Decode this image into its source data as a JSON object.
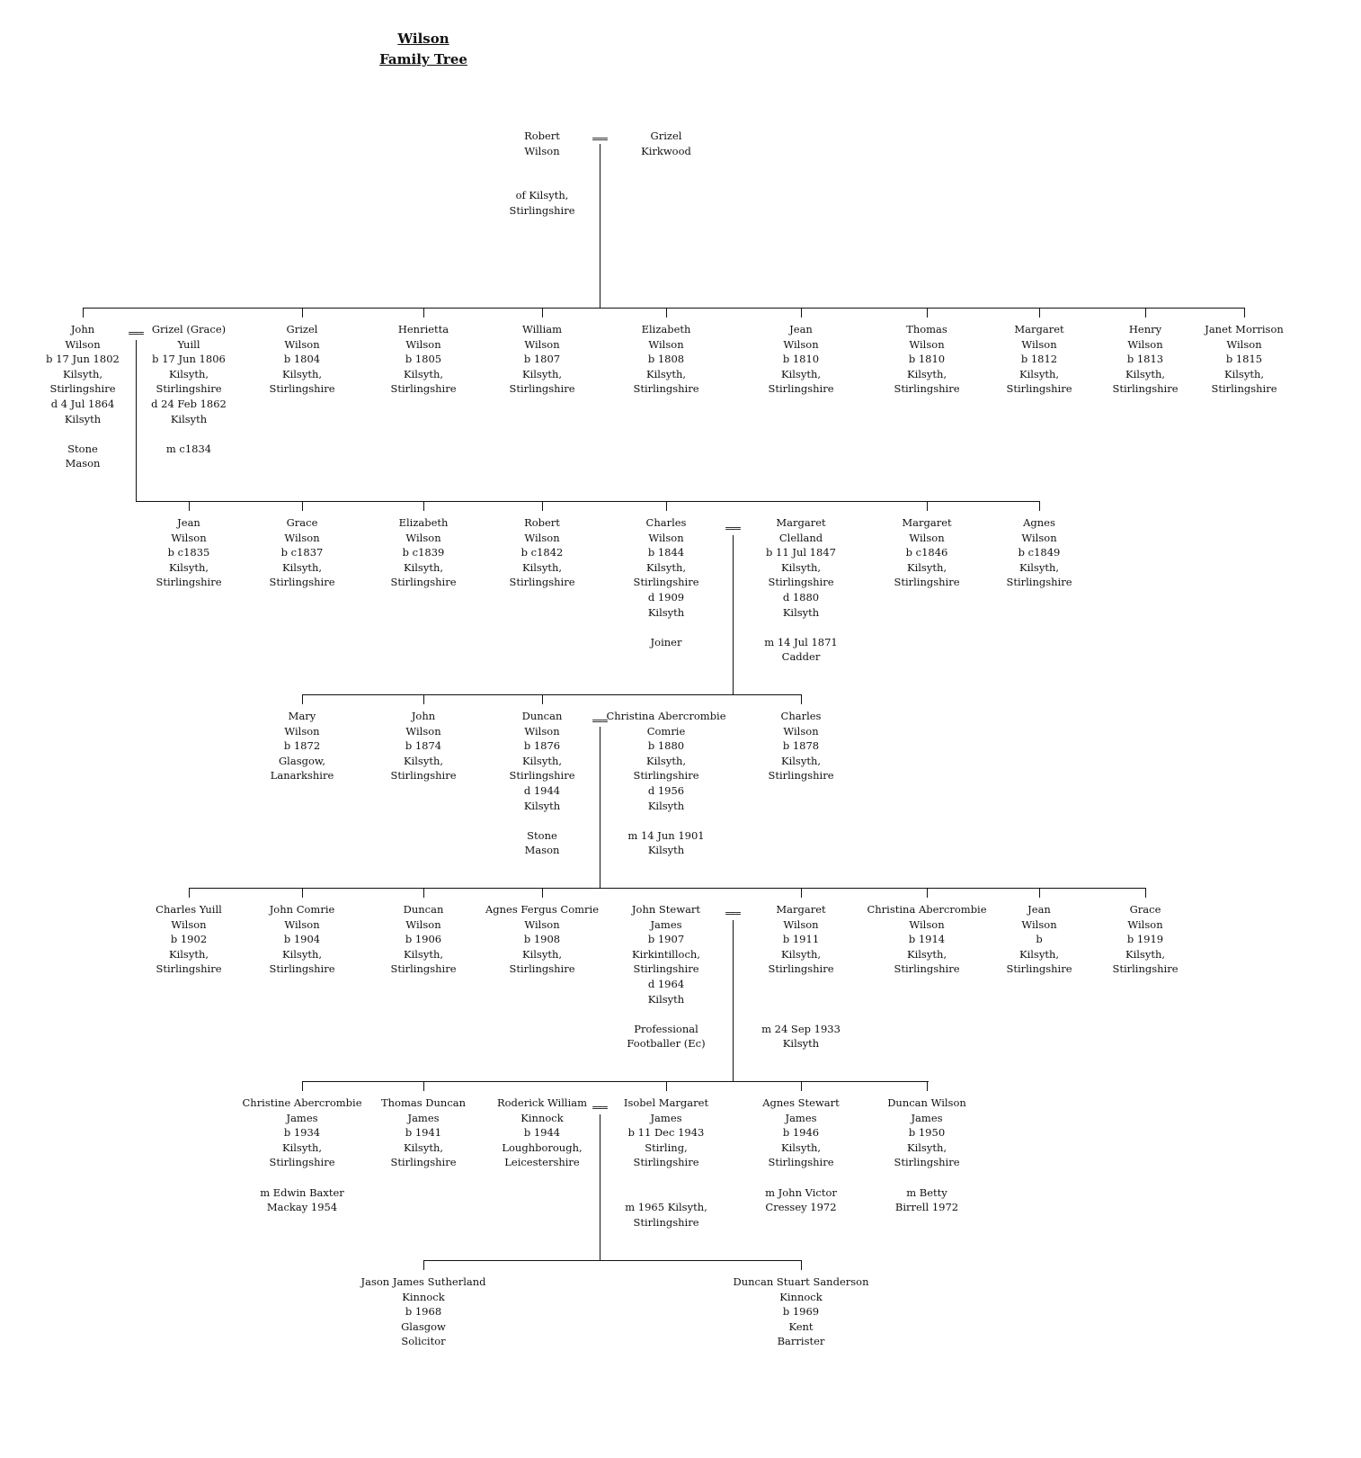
{
  "title": {
    "line1": "Wilson",
    "line2": "Family Tree"
  },
  "marriage_symbol": "===",
  "people": [
    {
      "id": "robert-wilson-sr",
      "lines": [
        "Robert",
        "Wilson",
        "",
        "",
        "of Kilsyth,",
        "Stirlingshire"
      ]
    },
    {
      "id": "grizel-kirkwood",
      "lines": [
        "Grizel",
        "Kirkwood"
      ]
    },
    {
      "id": "john-wilson-1802",
      "lines": [
        "John",
        "Wilson",
        "b 17 Jun 1802",
        "Kilsyth,",
        "Stirlingshire",
        "d 4 Jul 1864",
        "Kilsyth",
        "",
        "Stone",
        "Mason"
      ]
    },
    {
      "id": "grizel-grace-yuill",
      "lines": [
        "Grizel (Grace)",
        "Yuill",
        "b 17 Jun 1806",
        "Kilsyth,",
        "Stirlingshire",
        "d 24 Feb 1862",
        "Kilsyth",
        "",
        "m c1834"
      ]
    },
    {
      "id": "grizel-wilson-1804",
      "lines": [
        "Grizel",
        "Wilson",
        "b 1804",
        "Kilsyth,",
        "Stirlingshire"
      ]
    },
    {
      "id": "henrietta-wilson",
      "lines": [
        "Henrietta",
        "Wilson",
        "b 1805",
        "Kilsyth,",
        "Stirlingshire"
      ]
    },
    {
      "id": "william-wilson",
      "lines": [
        "William",
        "Wilson",
        "b 1807",
        "Kilsyth,",
        "Stirlingshire"
      ]
    },
    {
      "id": "elizabeth-wilson-1808",
      "lines": [
        "Elizabeth",
        "Wilson",
        "b 1808",
        "Kilsyth,",
        "Stirlingshire"
      ]
    },
    {
      "id": "jean-wilson-1810",
      "lines": [
        "Jean",
        "Wilson",
        "b 1810",
        "Kilsyth,",
        "Stirlingshire"
      ]
    },
    {
      "id": "thomas-wilson",
      "lines": [
        "Thomas",
        "Wilson",
        "b 1810",
        "Kilsyth,",
        "Stirlingshire"
      ]
    },
    {
      "id": "margaret-wilson-1812",
      "lines": [
        "Margaret",
        "Wilson",
        "b 1812",
        "Kilsyth,",
        "Stirlingshire"
      ]
    },
    {
      "id": "henry-wilson",
      "lines": [
        "Henry",
        "Wilson",
        "b 1813",
        "Kilsyth,",
        "Stirlingshire"
      ]
    },
    {
      "id": "janet-morrison-wilson",
      "lines": [
        "Janet Morrison",
        "Wilson",
        "b 1815",
        "Kilsyth,",
        "Stirlingshire"
      ]
    },
    {
      "id": "jean-wilson-1835",
      "lines": [
        "Jean",
        "Wilson",
        "b c1835",
        "Kilsyth,",
        "Stirlingshire"
      ]
    },
    {
      "id": "grace-wilson-1837",
      "lines": [
        "Grace",
        "Wilson",
        "b c1837",
        "Kilsyth,",
        "Stirlingshire"
      ]
    },
    {
      "id": "elizabeth-wilson-1839",
      "lines": [
        "Elizabeth",
        "Wilson",
        "b c1839",
        "Kilsyth,",
        "Stirlingshire"
      ]
    },
    {
      "id": "robert-wilson-1842",
      "lines": [
        "Robert",
        "Wilson",
        "b c1842",
        "Kilsyth,",
        "Stirlingshire"
      ]
    },
    {
      "id": "charles-wilson-1844",
      "lines": [
        "Charles",
        "Wilson",
        "b 1844",
        "Kilsyth,",
        "Stirlingshire",
        "d 1909",
        "Kilsyth",
        "",
        "Joiner"
      ]
    },
    {
      "id": "margaret-clelland",
      "lines": [
        "Margaret",
        "Clelland",
        "b 11 Jul 1847",
        "Kilsyth,",
        "Stirlingshire",
        "d 1880",
        "Kilsyth",
        "",
        "m 14 Jul 1871",
        "Cadder"
      ]
    },
    {
      "id": "margaret-wilson-1846",
      "lines": [
        "Margaret",
        "Wilson",
        "b c1846",
        "Kilsyth,",
        "Stirlingshire"
      ]
    },
    {
      "id": "agnes-wilson-1849",
      "lines": [
        "Agnes",
        "Wilson",
        "b c1849",
        "Kilsyth,",
        "Stirlingshire"
      ]
    },
    {
      "id": "mary-wilson",
      "lines": [
        "Mary",
        "Wilson",
        "b 1872",
        "Glasgow,",
        "Lanarkshire"
      ]
    },
    {
      "id": "john-wilson-1874",
      "lines": [
        "John",
        "Wilson",
        "b 1874",
        "Kilsyth,",
        "Stirlingshire"
      ]
    },
    {
      "id": "duncan-wilson-1876",
      "lines": [
        "Duncan",
        "Wilson",
        "b 1876",
        "Kilsyth,",
        "Stirlingshire",
        "d 1944",
        "Kilsyth",
        "",
        "Stone",
        "Mason"
      ]
    },
    {
      "id": "christina-abercrombie-comrie",
      "lines": [
        "Christina Abercrombie",
        "Comrie",
        "b 1880",
        "Kilsyth,",
        "Stirlingshire",
        "d 1956",
        "Kilsyth",
        "",
        "m 14 Jun 1901",
        "Kilsyth"
      ]
    },
    {
      "id": "charles-wilson-1878",
      "lines": [
        "Charles",
        "Wilson",
        "b 1878",
        "Kilsyth,",
        "Stirlingshire"
      ]
    },
    {
      "id": "charles-yuill-wilson",
      "lines": [
        "Charles Yuill",
        "Wilson",
        "b 1902",
        "Kilsyth,",
        "Stirlingshire"
      ]
    },
    {
      "id": "john-comrie-wilson",
      "lines": [
        "John Comrie",
        "Wilson",
        "b 1904",
        "Kilsyth,",
        "Stirlingshire"
      ]
    },
    {
      "id": "duncan-wilson-1906",
      "lines": [
        "Duncan",
        "Wilson",
        "b 1906",
        "Kilsyth,",
        "Stirlingshire"
      ]
    },
    {
      "id": "agnes-fergus-comrie-wilson",
      "lines": [
        "Agnes Fergus Comrie",
        "Wilson",
        "b 1908",
        "Kilsyth,",
        "Stirlingshire"
      ]
    },
    {
      "id": "john-stewart-james",
      "lines": [
        "John Stewart",
        "James",
        "b 1907",
        "Kirkintilloch,",
        "Stirlingshire",
        "d 1964",
        "Kilsyth",
        "",
        "Professional",
        "Footballer (Ec)"
      ]
    },
    {
      "id": "margaret-wilson-1911",
      "lines": [
        "Margaret",
        "Wilson",
        "b 1911",
        "Kilsyth,",
        "Stirlingshire",
        "",
        "",
        "",
        "m 24 Sep 1933",
        "Kilsyth"
      ]
    },
    {
      "id": "christina-abercrombie-wilson",
      "lines": [
        "Christina Abercrombie",
        "Wilson",
        "b 1914",
        "Kilsyth,",
        "Stirlingshire"
      ]
    },
    {
      "id": "jean-wilson-b",
      "lines": [
        "Jean",
        "Wilson",
        "b",
        "Kilsyth,",
        "Stirlingshire"
      ]
    },
    {
      "id": "grace-wilson-1919",
      "lines": [
        "Grace",
        "Wilson",
        "b 1919",
        "Kilsyth,",
        "Stirlingshire"
      ]
    },
    {
      "id": "christine-abercrombie-james",
      "lines": [
        "Christine Abercrombie",
        "James",
        "b 1934",
        "Kilsyth,",
        "Stirlingshire",
        "",
        "m Edwin Baxter",
        "Mackay 1954"
      ]
    },
    {
      "id": "thomas-duncan-james",
      "lines": [
        "Thomas Duncan",
        "James",
        "b 1941",
        "Kilsyth,",
        "Stirlingshire"
      ]
    },
    {
      "id": "roderick-william-kinnock",
      "lines": [
        "Roderick William",
        "Kinnock",
        "b 1944",
        "Loughborough,",
        "Leicestershire"
      ]
    },
    {
      "id": "isobel-margaret-james",
      "lines": [
        "Isobel Margaret",
        "James",
        "b 11 Dec 1943",
        "Stirling,",
        "Stirlingshire",
        "",
        "",
        "m 1965 Kilsyth,",
        "Stirlingshire"
      ]
    },
    {
      "id": "agnes-stewart-james",
      "lines": [
        "Agnes Stewart",
        "James",
        "b 1946",
        "Kilsyth,",
        "Stirlingshire",
        "",
        "m John Victor",
        "Cressey 1972"
      ]
    },
    {
      "id": "duncan-wilson-james",
      "lines": [
        "Duncan Wilson",
        "James",
        "b 1950",
        "Kilsyth,",
        "Stirlingshire",
        "",
        "m Betty",
        "Birrell 1972"
      ]
    },
    {
      "id": "jason-james-sutherland-kinnock",
      "lines": [
        "Jason James Sutherland",
        "Kinnock",
        "b 1968",
        "Glasgow",
        "Solicitor"
      ]
    },
    {
      "id": "duncan-stuart-sanderson-kinnock",
      "lines": [
        "Duncan Stuart Sanderson",
        "Kinnock",
        "b 1969",
        "Kent",
        "Barrister"
      ]
    }
  ]
}
